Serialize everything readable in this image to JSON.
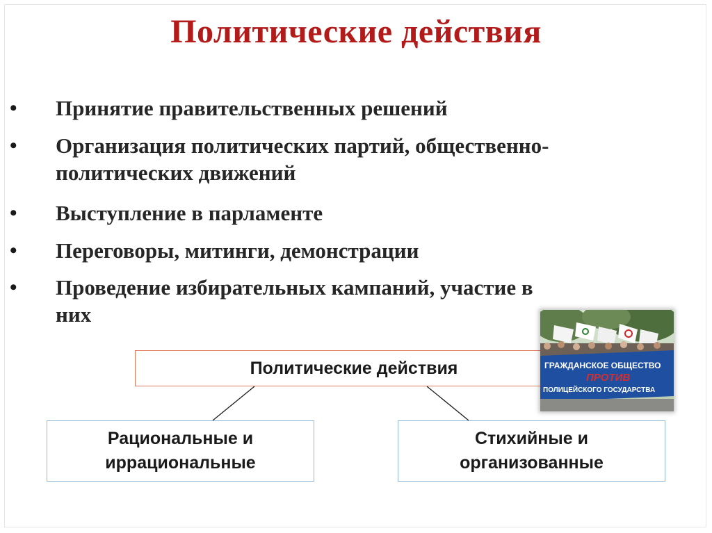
{
  "slide": {
    "title": "Политические действия",
    "bullets": [
      "Принятие правительственных решений",
      "Организация политических партий, общественно-политических движений",
      "Выступление в парламенте",
      "Переговоры, митинги, демонстрации",
      "Проведение избирательных кампаний, участие в них"
    ],
    "bullet_lines": {
      "b2_line1": "Организация политических партий, общественно-",
      "b2_line2": "политических движений",
      "b5_line1": "Проведение избирательных кампаний, участие в",
      "b5_line2": "них"
    },
    "bullet_symbol": "•"
  },
  "diagram": {
    "root": "Политические действия",
    "left_line1": "Рациональные и",
    "left_line2": "иррациональные",
    "right_line1": "Стихийные и",
    "right_line2": "организованные"
  },
  "photo": {
    "banner_line1": "ГРАЖДАНСКОЕ ОБЩЕСТВО",
    "banner_line2": "ПРОТИВ",
    "banner_line3": "ПОЛИЦЕЙСКОГО ГОСУДАРСТВА"
  },
  "colors": {
    "title": "#b31b1b",
    "root_border": "#e07a5a",
    "child_border": "#8fb7d8",
    "banner": "#1f4fa0"
  }
}
